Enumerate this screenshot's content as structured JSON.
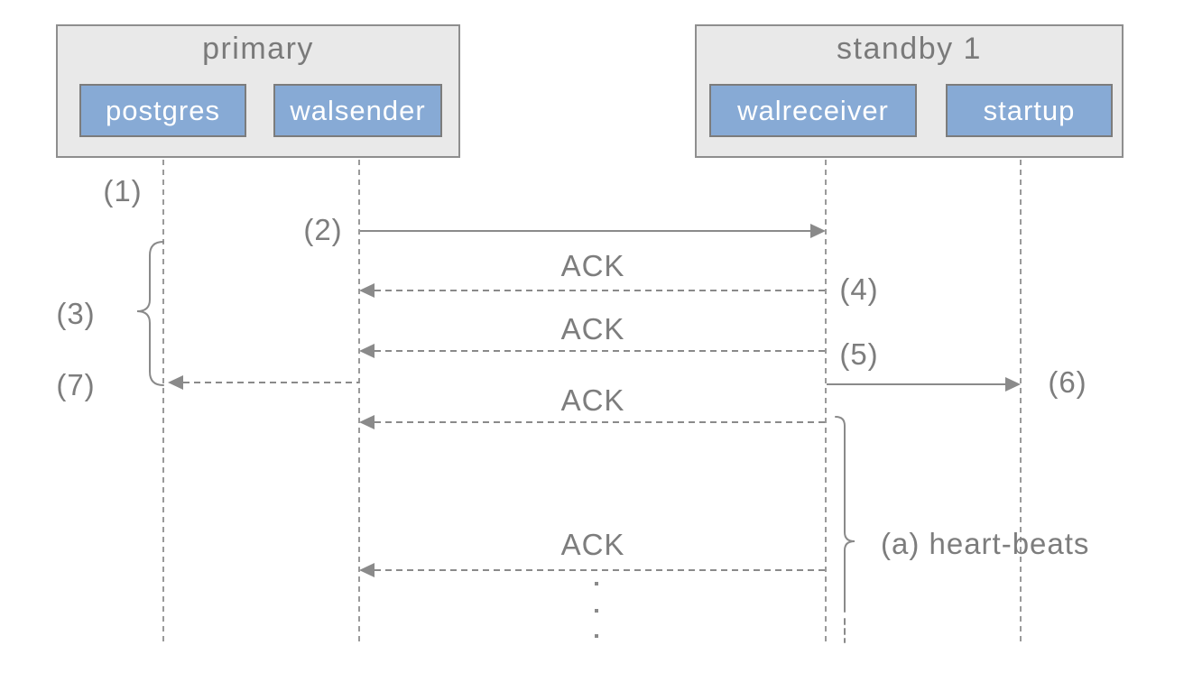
{
  "diagram": {
    "groups": {
      "primary": {
        "title": "primary",
        "processes": [
          "postgres",
          "walsender"
        ]
      },
      "standby": {
        "title": "standby 1",
        "processes": [
          "walreceiver",
          "startup"
        ]
      }
    },
    "steps": {
      "s1": "(1)",
      "s2": "(2)",
      "s3": "(3)",
      "s4": "(4)",
      "s5": "(5)",
      "s6": "(6)",
      "s7": "(7)"
    },
    "acks": [
      "ACK",
      "ACK",
      "ACK",
      "ACK"
    ],
    "heartbeats_label": "(a) heart-beats",
    "colors": {
      "background": "#ffffff",
      "group_fill": "#e9e9e9",
      "group_border": "#8e8e8e",
      "process_fill": "#87aad5",
      "process_border": "#7c7c7c",
      "process_text": "#ffffff",
      "line": "#8a8a8a",
      "lifeline": "#9a9a9a",
      "label_text": "#7d7d7d"
    }
  }
}
